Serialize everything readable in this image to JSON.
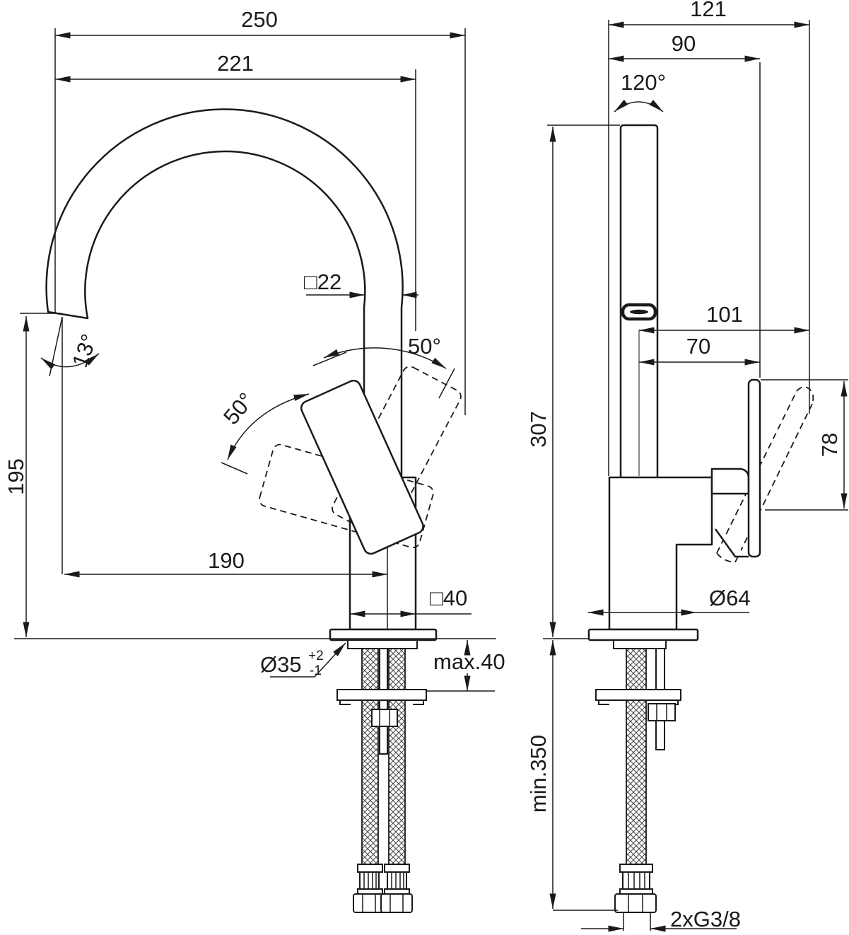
{
  "diagram_type": "faucet-installation-drawing-two-views",
  "colors": {
    "line": "#1a1a1a",
    "background": "#ffffff"
  },
  "side_view": {
    "overall_depth": "250",
    "depth_to_body": "221",
    "spout_tube_square": "□22",
    "handle_swing_right": "50°",
    "handle_swing_left": "50°",
    "outlet_angle": "13°",
    "outlet_height": "195",
    "spout_reach": "190",
    "body_square": "□40",
    "hole_diameter": "Ø35",
    "hole_tol_plus": "+2",
    "hole_tol_minus": "-1",
    "max_deck_thickness": "max.40"
  },
  "front_view": {
    "overall_width": "121",
    "width_to_handle": "90",
    "swivel_angle": "120°",
    "total_height": "307",
    "handle_reach": "101",
    "handle_offset": "70",
    "handle_length": "78",
    "base_diameter": "Ø64",
    "min_hose_length": "min.350",
    "connection_thread": "2xG3/8"
  }
}
